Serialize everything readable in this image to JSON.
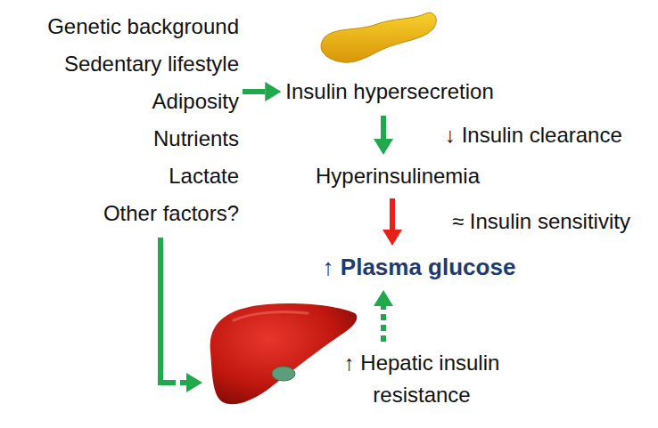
{
  "diagram": {
    "nodes": [
      {
        "text": [
          "Genetic background",
          "Sedentary lifestyle",
          "Adiposity",
          "Nutrients",
          "Lactate",
          "Other factors?"
        ]
      },
      {
        "text": [
          "Insulin hypersecretion"
        ]
      },
      {
        "text": [
          "Hyperinsulinemia"
        ]
      },
      {
        "text": [
          "↑ Plasma glucose"
        ]
      },
      {
        "text": [
          "↑ Hepatic insulin resistance"
        ]
      }
    ],
    "edges": [
      {
        "from": 0,
        "to": 1,
        "arrow": "to"
      },
      {
        "from": 1,
        "to": 2,
        "arrow": "to",
        "label": "↓ Insulin clearance"
      },
      {
        "from": 2,
        "to": 3,
        "arrow": "to",
        "label": "≈ Insulin sensitivity"
      },
      {
        "from": 0,
        "to": 4,
        "arrow": "to"
      },
      {
        "from": 4,
        "to": 3,
        "arrow": "to"
      }
    ]
  }
}
